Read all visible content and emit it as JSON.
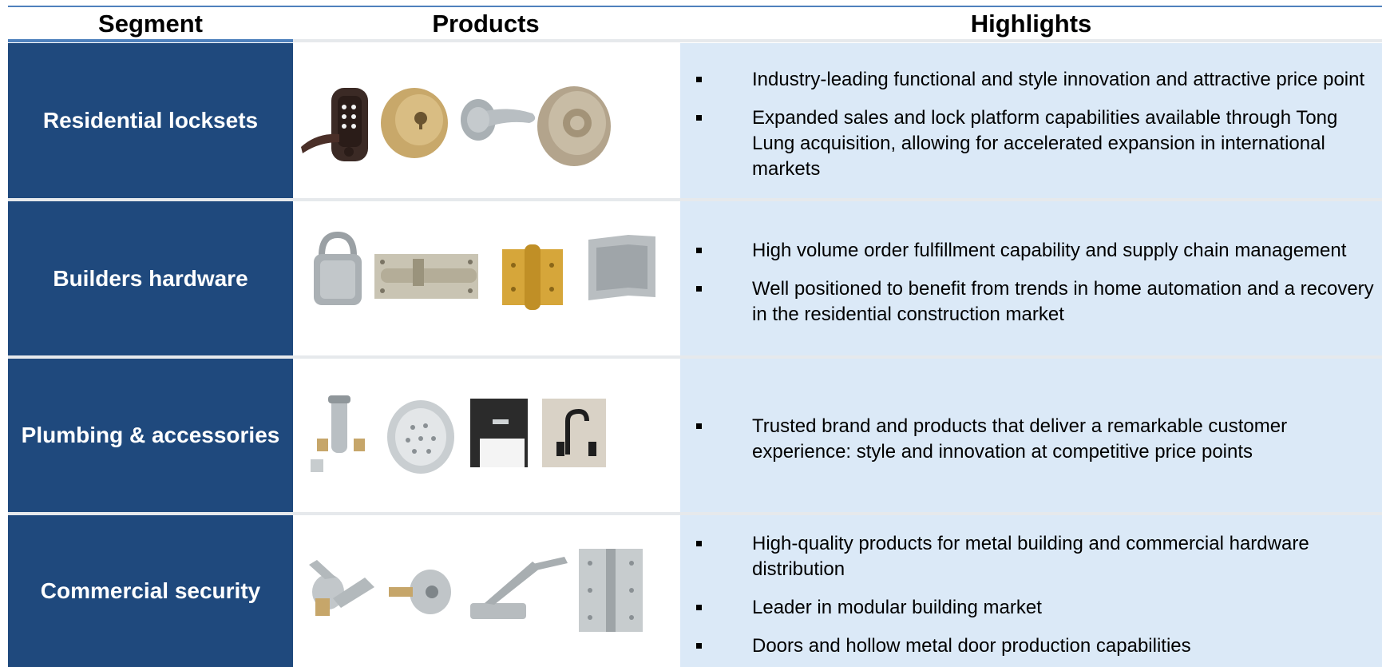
{
  "header": {
    "segment": "Segment",
    "products": "Products",
    "highlights": "Highlights"
  },
  "rows": [
    {
      "segment": "Residential locksets",
      "highlights": [
        "Industry-leading functional and style innovation and attractive price point",
        "Expanded sales and lock platform capabilities available through Tong Lung acquisition, allowing for accelerated expansion in international markets"
      ]
    },
    {
      "segment": "Builders hardware",
      "highlights": [
        "High volume order fulfillment capability and supply chain management",
        "Well positioned to benefit from trends in home automation and a recovery in the residential construction market"
      ]
    },
    {
      "segment": "Plumbing & accessories",
      "highlights": [
        "Trusted brand and products that deliver a remarkable customer experience: style and innovation at competitive price points"
      ]
    },
    {
      "segment": "Commercial security",
      "highlights": [
        "High-quality products for metal building and commercial hardware distribution",
        "Leader in modular building market",
        "Doors and hollow metal door production capabilities"
      ]
    }
  ],
  "colors": {
    "segment_bg": "#1f497d",
    "highlights_bg": "#dbe9f7",
    "rule": "#4f81bd"
  },
  "icons": [
    "keypad-lever-lock-icon",
    "deadbolt-icon",
    "lever-handle-icon",
    "decorative-knob-icon",
    "shrouded-padlock-icon",
    "barrel-bolt-icon",
    "spring-hinge-icon",
    "barn-door-track-icon",
    "faucet-set-icon",
    "shower-head-icon",
    "wall-faucet-sink-icon",
    "bathroom-faucet-icon",
    "commercial-lever-icon",
    "commercial-deadbolt-icon",
    "door-closer-icon",
    "door-hinge-icon"
  ]
}
